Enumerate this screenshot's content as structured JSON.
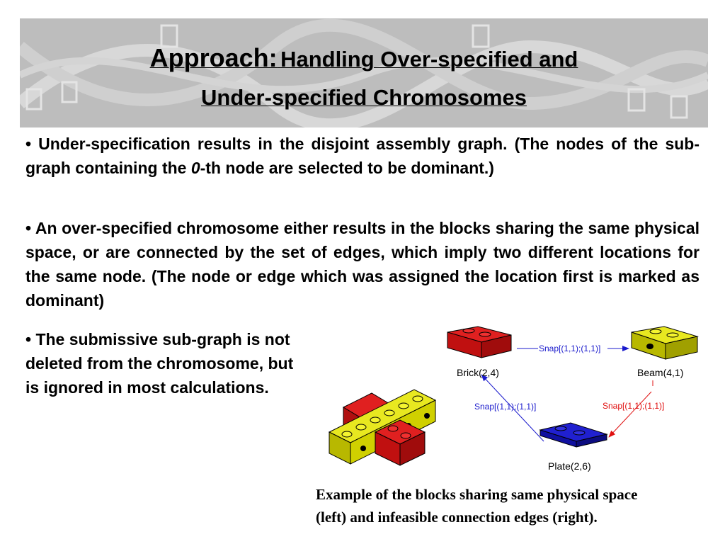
{
  "title": {
    "main": "Approach:",
    "sub_line1": "Handling Over-specified and",
    "sub_line2": "Under-specified Chromosomes"
  },
  "bullets": [
    {
      "marker": "•",
      "text_before": "Under-specification results in the disjoint assembly graph. (The nodes of the sub-graph containing the ",
      "italic": "0",
      "text_after": "-th node are selected to be dominant.)"
    },
    {
      "marker": "•",
      "text": "An over-specified chromosome either results in the blocks sharing the same physical space, or are connected by the set of edges, which imply two different locations for the same node.  (The node or edge which was assigned the location first is marked as dominant)"
    },
    {
      "marker": "•",
      "text": "The submissive sub-graph is not deleted from the chromosome, but is ignored in most calculations."
    }
  ],
  "graph": {
    "nodes": {
      "brick": "Brick(2,4)",
      "beam": "Beam(4,1)",
      "plate": "Plate(2,6)"
    },
    "edges": {
      "brick_to_beam": "Snap[(1,1);(1,1)]",
      "plate_to_brick": "Snap[(1,1);(1,1)]",
      "beam_to_plate": "Snap[(1,1);(1,1)]"
    },
    "colors": {
      "blue_edge": "#1a1acc",
      "red_edge": "#e01010",
      "brick": "#cc1111",
      "beam": "#c8c800",
      "plate": "#1a1acc"
    }
  },
  "caption": {
    "line1": "Example of the blocks sharing same physical space",
    "line2": "(left) and infeasible connection edges (right)."
  }
}
